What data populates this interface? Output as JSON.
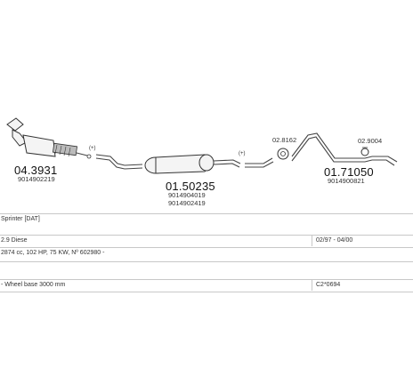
{
  "parts": [
    {
      "code": "04.3931",
      "sub": [
        "9014902219"
      ]
    },
    {
      "code": "01.50235",
      "sub": [
        "9014904019",
        "9014902419"
      ]
    },
    {
      "code": "01.71050",
      "sub": [
        "9014900821"
      ]
    },
    {
      "code": "02.8162",
      "sub": []
    },
    {
      "code": "02.9004",
      "sub": []
    }
  ],
  "markers": {
    "a": "(+)",
    "b": "(+)"
  },
  "info_rows": [
    {
      "left": "Sprinter [DAT]",
      "right": ""
    },
    {
      "left": "2.9 Diese",
      "right": "02/97 - 04/00"
    },
    {
      "left": "2874 cc, 102 HP, 75 KW, Nº 602980 -",
      "right": ""
    },
    {
      "left": "",
      "right": ""
    },
    {
      "left": "- Wheel base 3000 mm",
      "right": "C2*0694"
    }
  ]
}
